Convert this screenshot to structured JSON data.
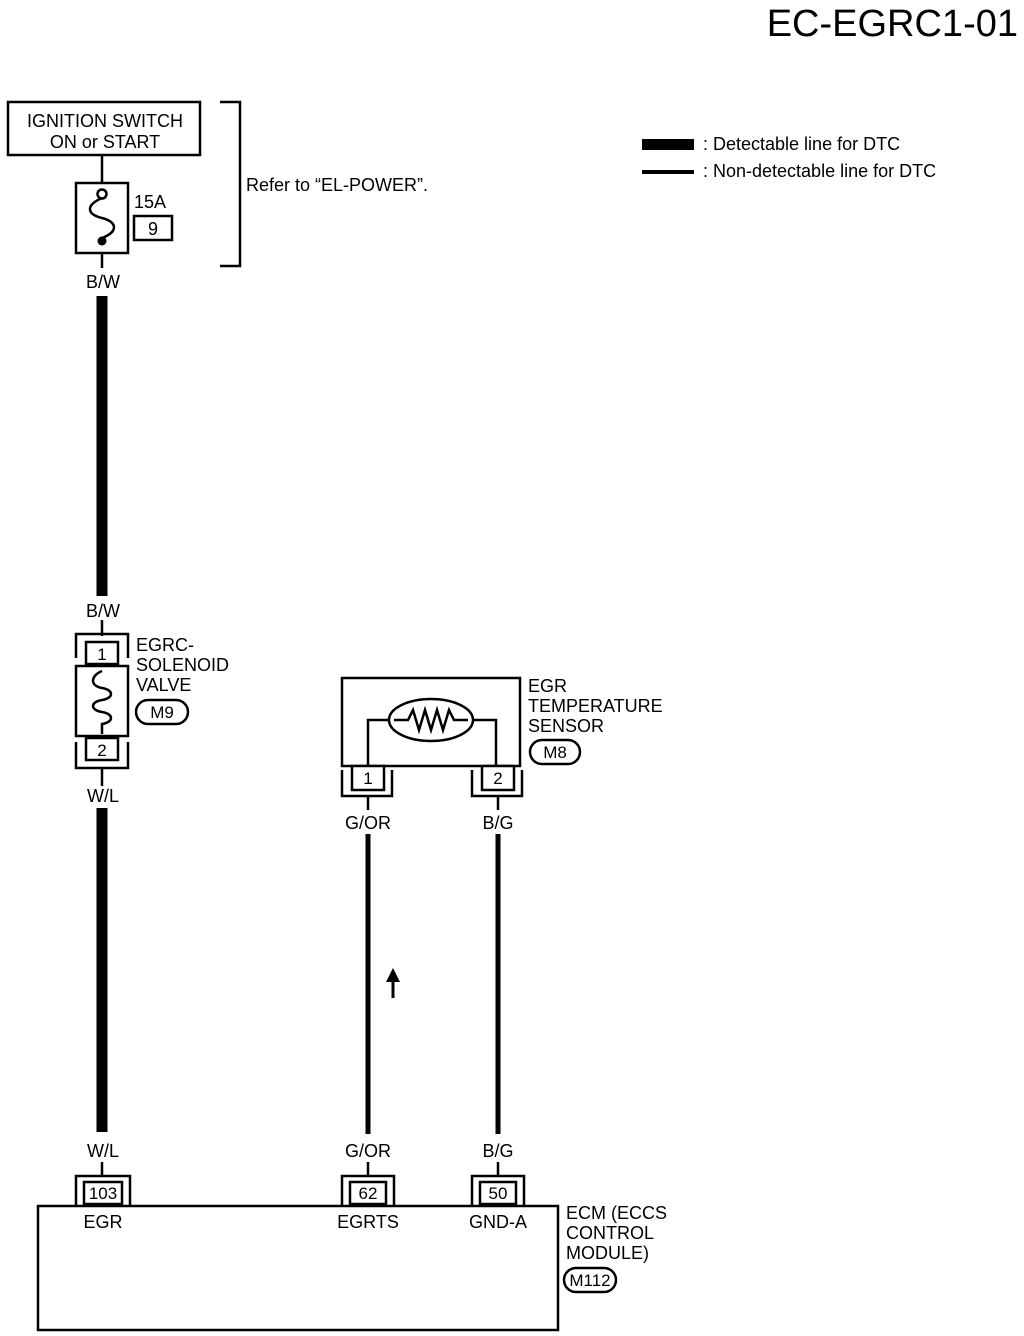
{
  "page_code": "EC-EGRC1-01",
  "legend": {
    "detectable": ": Detectable line for DTC",
    "non_detectable": ": Non-detectable line for DTC"
  },
  "ignition_switch": {
    "line1": "IGNITION SWITCH",
    "line2": "ON or START"
  },
  "fuse": {
    "rating": "15A",
    "number": "9"
  },
  "refer_note": "Refer to “EL-POWER”.",
  "wires": {
    "bw_top": "B/W",
    "bw_bottom": "B/W",
    "wl_top": "W/L",
    "wl_bottom": "W/L",
    "gor_top": "G/OR",
    "gor_bottom": "G/OR",
    "bg_top": "B/G",
    "bg_bottom": "B/G"
  },
  "egrc_valve": {
    "line1": "EGRC-",
    "line2": "SOLENOID",
    "line3": "VALVE",
    "connector": "M9",
    "pin_top": "1",
    "pin_bottom": "2"
  },
  "egr_sensor": {
    "line1": "EGR",
    "line2": "TEMPERATURE",
    "line3": "SENSOR",
    "connector": "M8",
    "pin_left": "1",
    "pin_right": "2"
  },
  "ecm": {
    "line1": "ECM (ECCS",
    "line2": "CONTROL",
    "line3": "MODULE)",
    "connector": "M112",
    "terminals": [
      {
        "pin": "103",
        "name": "EGR"
      },
      {
        "pin": "62",
        "name": "EGRTS"
      },
      {
        "pin": "50",
        "name": "GND-A"
      }
    ]
  }
}
